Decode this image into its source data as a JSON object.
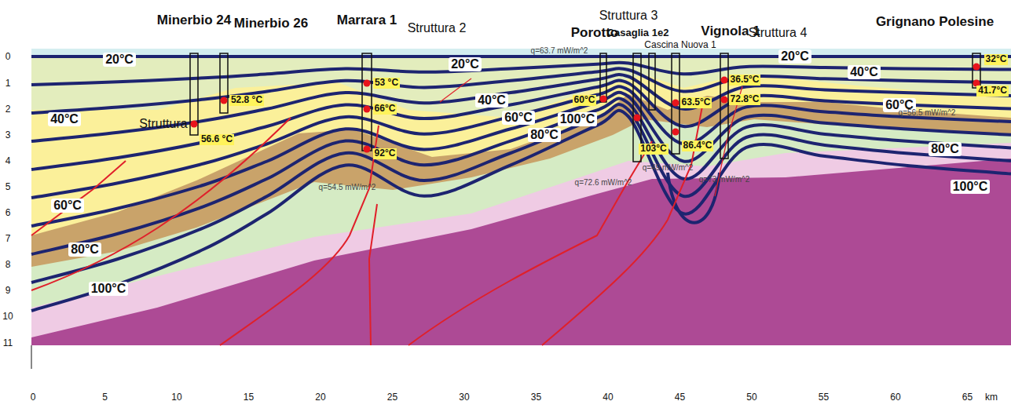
{
  "diagram": {
    "labels": [
      "Minerbio 24",
      "Minerbio 26",
      "Marrara 1",
      "Struttura 2",
      "Struttura 3",
      "Porotto",
      "Casaglia 1e2",
      "Cascina Nuova 1",
      "Vignola 1",
      "Struttura 4",
      "Grignano Polesine",
      "Struttura",
      "20°C",
      "40°C",
      "60°C",
      "80°C",
      "100°C",
      "20°C",
      "40°C",
      "60°C",
      "80°C",
      "100°C",
      "20°C",
      "40°C",
      "60°C",
      "80°C",
      "100°C",
      "56.6 °C",
      "52.8 °C",
      "53 °C",
      "66°C",
      "92°C",
      "60°C",
      "103°C",
      "63.5°C",
      "86.4°C",
      "36.5°C",
      "72.8°C",
      "32°C",
      "41.7°C",
      "q=63.7 mW/m^2",
      "q=54.5 mW/m^2",
      "q=72.6 mW/m^2",
      "q=49 mW/m^2",
      "q=73 mW/m^2",
      "q=56.5 mW/m^2",
      "0",
      "1",
      "2",
      "3",
      "4",
      "5",
      "6",
      "7",
      "8",
      "9",
      "10",
      "11",
      "0",
      "5",
      "10",
      "15",
      "20",
      "25",
      "30",
      "35",
      "40",
      "45",
      "50",
      "55",
      "60",
      "65",
      "km"
    ]
  }
}
